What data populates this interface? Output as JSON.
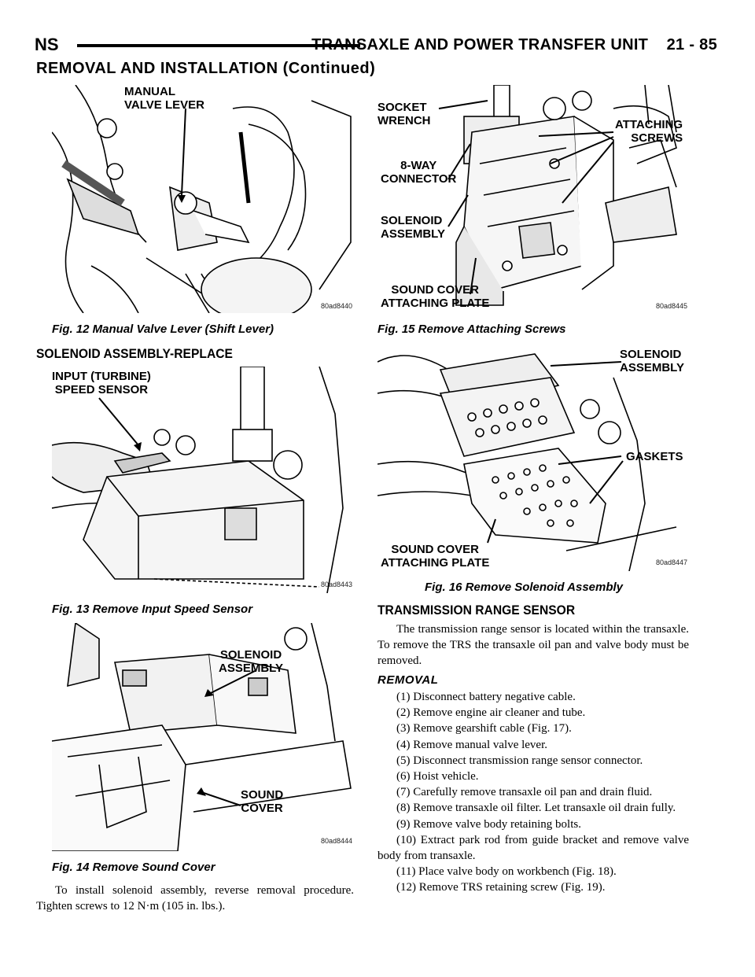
{
  "header": {
    "left": "NS",
    "right": "TRANSAXLE AND POWER TRANSFER UNIT    21 - 85"
  },
  "continued_title": "REMOVAL AND INSTALLATION (Continued)",
  "figures": {
    "fig12": {
      "caption": "Fig. 12 Manual Valve Lever (Shift Lever)",
      "id": "80ad8440",
      "labels": [
        "MANUAL\nVALVE LEVER"
      ]
    },
    "fig13": {
      "caption": "Fig. 13 Remove Input Speed Sensor",
      "id": "80ad8443",
      "labels": [
        "INPUT (TURBINE)\nSPEED SENSOR"
      ]
    },
    "fig14": {
      "caption": "Fig. 14 Remove Sound Cover",
      "id": "80ad8444",
      "labels": [
        "SOLENOID\nASSEMBLY",
        "SOUND\nCOVER"
      ]
    },
    "fig15": {
      "caption": "Fig. 15 Remove Attaching Screws",
      "id": "80ad8445",
      "labels": [
        "SOCKET\nWRENCH",
        "8-WAY\nCONNECTOR",
        "SOLENOID\nASSEMBLY",
        "SOUND COVER\nATTACHING PLATE",
        "ATTACHING\nSCREWS"
      ]
    },
    "fig16": {
      "caption": "Fig. 16 Remove Solenoid Assembly",
      "id": "80ad8447",
      "labels": [
        "SOLENOID\nASSEMBLY",
        "GASKETS",
        "SOUND COVER\nATTACHING PLATE"
      ]
    }
  },
  "left_column": {
    "section_title": "SOLENOID ASSEMBLY-REPLACE",
    "install_text": "To install solenoid assembly, reverse removal procedure. Tighten screws to 12 N·m (105 in. lbs.)."
  },
  "right_column": {
    "section_title": "TRANSMISSION RANGE SENSOR",
    "intro": "The transmission range sensor is located within the transaxle. To remove the TRS the transaxle oil pan and valve body must be removed.",
    "removal_title": "REMOVAL",
    "steps": [
      "(1) Disconnect battery negative cable.",
      "(2) Remove engine air cleaner and tube.",
      "(3) Remove gearshift cable (Fig. 17).",
      "(4) Remove manual valve lever.",
      "(5) Disconnect transmission range sensor connector.",
      "(6) Hoist vehicle.",
      "(7) Carefully remove transaxle oil pan and drain fluid.",
      "(8) Remove transaxle oil filter. Let transaxle oil drain fully.",
      "(9) Remove valve body retaining bolts.",
      "(10) Extract park rod from guide bracket and remove valve body from transaxle.",
      "(11) Place valve body on workbench (Fig. 18).",
      "(12) Remove TRS retaining screw (Fig. 19)."
    ]
  }
}
